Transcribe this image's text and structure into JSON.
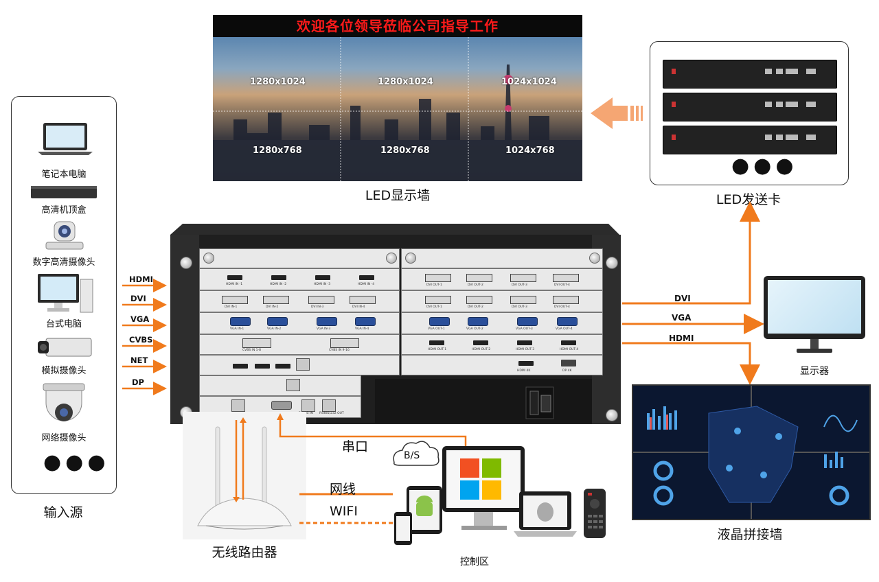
{
  "input_sources": {
    "title": "输入源",
    "items": [
      {
        "label": "笔记本电脑",
        "icon": "laptop-icon"
      },
      {
        "label": "高清机顶盒",
        "icon": "set-top-box-icon"
      },
      {
        "label": "数字高清摄像头",
        "icon": "hd-camera-icon"
      },
      {
        "label": "台式电脑",
        "icon": "desktop-pc-icon"
      },
      {
        "label": "模拟摄像头",
        "icon": "analog-camera-icon"
      },
      {
        "label": "网络摄像头",
        "icon": "dome-camera-icon"
      }
    ],
    "more": "●●●"
  },
  "input_signals": [
    "HDMI",
    "DVI",
    "VGA",
    "CVBS",
    "NET",
    "DP"
  ],
  "led_wall": {
    "title": "LED显示墙",
    "banner": "欢迎各位领导莅临公司指导工作",
    "resolutions_top": [
      "1280x1024",
      "1280x1024",
      "1024x1024"
    ],
    "resolutions_bottom": [
      "1280x768",
      "1280x768",
      "1024x768"
    ]
  },
  "led_sender": {
    "title": "LED发送卡",
    "more": "●●●"
  },
  "output_signals": [
    "DVI",
    "VGA",
    "HDMI"
  ],
  "monitor": {
    "title": "显示器"
  },
  "lcd_wall": {
    "title": "液晶拼接墙"
  },
  "router": {
    "title": "无线路由器"
  },
  "control": {
    "title": "控制区",
    "serial": "串口",
    "network_cable": "网线",
    "wifi": "WIFI",
    "bs": "B/S"
  },
  "chassis_labels": {
    "hdmi_in": [
      "HDMI IN -1",
      "HDMI IN -2",
      "HDMI IN -3",
      "HDMI IN -4"
    ],
    "dvi_in": [
      "DVI IN-1",
      "DVI IN-2",
      "DVI IN-3",
      "DVI IN-4"
    ],
    "vga_in": [
      "VGA IN-1",
      "VGA IN-2",
      "VGA IN-3",
      "VGA IN-4"
    ],
    "cvbs_in": [
      "CVBS IN 1-8",
      "CVBS IN 9-16"
    ],
    "dvi_out_a": [
      "DVI OUT-1",
      "DVI OUT-2",
      "DVI OUT-3",
      "DVI OUT-4"
    ],
    "dvi_out_b": [
      "DVI OUT-1",
      "DVI OUT-2",
      "DVI OUT-3",
      "DVI OUT-4"
    ],
    "vga_out": [
      "VGA OUT-1",
      "VGA OUT-2",
      "VGA OUT-3",
      "VGA OUT-4"
    ],
    "hdmi_out": [
      "HDMI OUT-1",
      "HDMI OUT-2",
      "HDMI OUT-3",
      "HDMI OUT-4"
    ],
    "hdmi_4k": "HDMI 4K",
    "dp_4k": "DP 4K",
    "rs_in": "RS485 IN",
    "rs_out": "RS485/232 OUT"
  },
  "colors": {
    "arrow": "#f07a1c",
    "led_banner_text": "#ff1a1a",
    "vga_port": "#2a4f9a",
    "lcd_bg": "#0b1730"
  }
}
